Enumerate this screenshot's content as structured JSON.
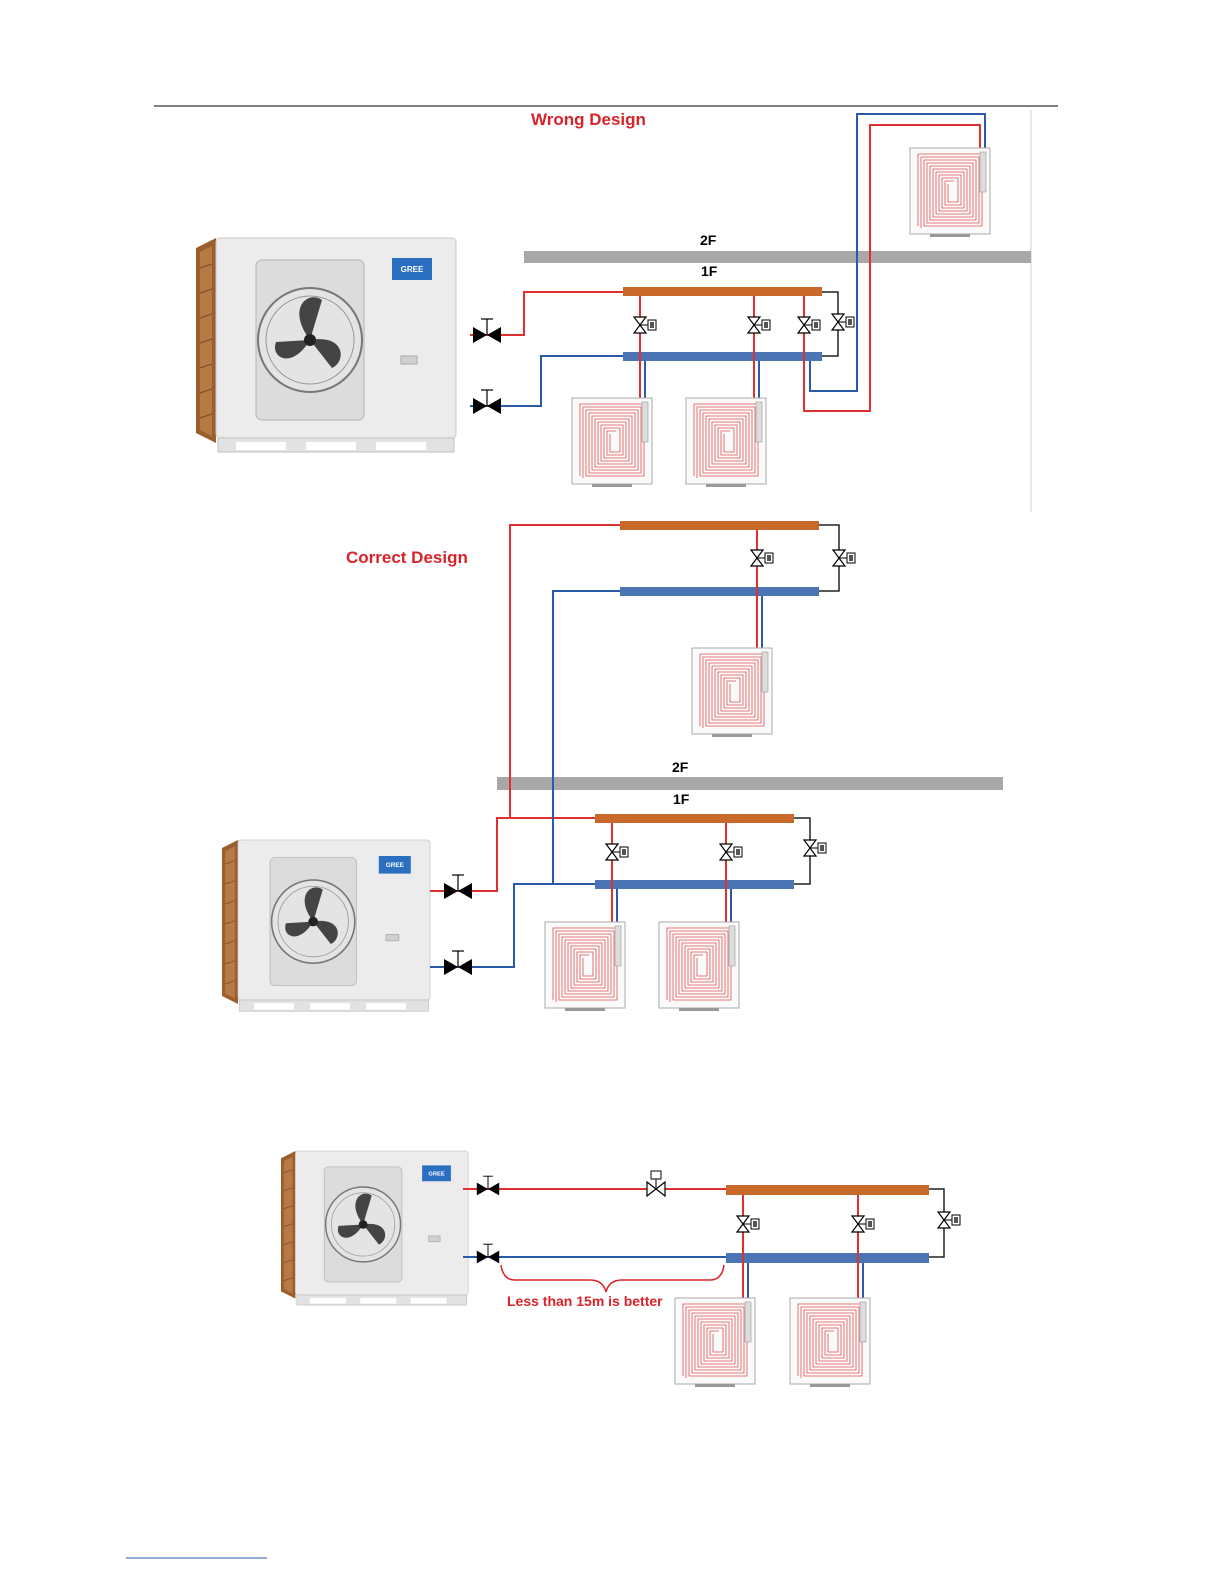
{
  "diagram1": {
    "title": "Wrong Design",
    "floor_upper": "2F",
    "floor_lower": "1F"
  },
  "diagram2": {
    "title": "Correct Design",
    "floor_upper": "2F",
    "floor_lower": "1F"
  },
  "diagram3": {
    "note": "Less than 15m is better"
  },
  "brand": "GREE",
  "colors": {
    "supply_pipe": "#e03030",
    "return_pipe": "#2a5aa8",
    "supply_manifold": "#c8682a",
    "return_manifold": "#4a74b4",
    "floor_slab": "#a8a8a8",
    "label_red": "#d9232a"
  },
  "icons": [
    "heat-pump-unit-icon",
    "shutoff-valve-icon",
    "zone-valve-icon",
    "underfloor-coil-icon"
  ]
}
